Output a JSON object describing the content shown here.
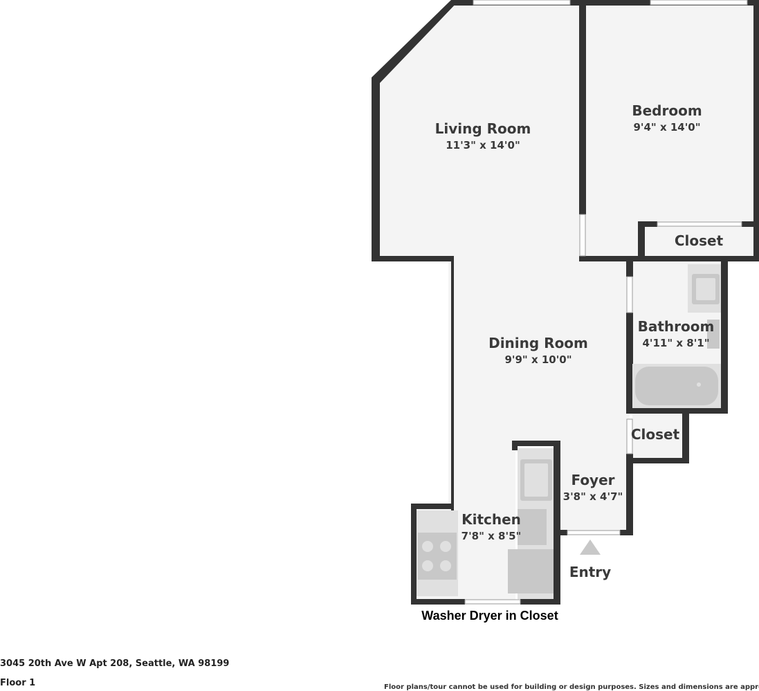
{
  "rooms": {
    "living": {
      "name": "Living Room",
      "dims": "11'3\" x 14'0\""
    },
    "bedroom": {
      "name": "Bedroom",
      "dims": "9'4\" x 14'0\""
    },
    "bedroom_closet": {
      "name": "Closet"
    },
    "dining": {
      "name": "Dining Room",
      "dims": "9'9\" x 10'0\""
    },
    "bathroom": {
      "name": "Bathroom",
      "dims": "4'11\" x 8'1\""
    },
    "hall_closet": {
      "name": "Closet"
    },
    "foyer": {
      "name": "Foyer",
      "dims": "3'8\" x 4'7\""
    },
    "kitchen": {
      "name": "Kitchen",
      "dims": "7'8\" x 8'5\""
    }
  },
  "labels": {
    "entry": "Entry",
    "washer_dryer": "Washer Dryer in Closet"
  },
  "footer": {
    "address": "3045 20th Ave W Apt 208, Seattle, WA 98199",
    "floor": "Floor 1",
    "disclaimer": "Floor plans/tour cannot be used for building or design purposes. Sizes and dimensions are approximate."
  },
  "colors": {
    "wall": "#333333",
    "floor": "#f4f4f4",
    "fixture": "#c8c8c8"
  }
}
